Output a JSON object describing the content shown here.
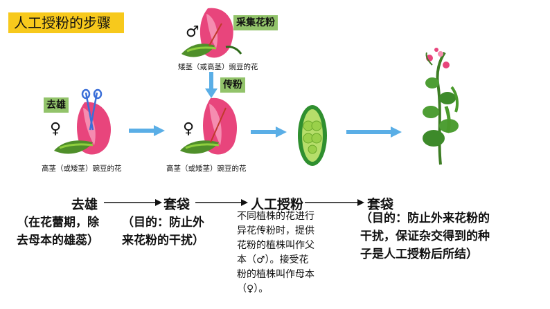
{
  "title": "人工授粉的步骤",
  "tags": {
    "collect": "采集花粉",
    "emasculate": "去雄",
    "pollinate": "传粉"
  },
  "symbols": {
    "male": "♂",
    "female": "♀"
  },
  "captions": {
    "top_flower": "矮茎（或高茎）豌豆的花",
    "left_flower": "高茎（或矮茎）豌豆的花",
    "mid_flower": "高茎（或矮茎）豌豆的花"
  },
  "steps": [
    "去雄",
    "套袋",
    "人工授粉",
    "套袋"
  ],
  "descriptions": {
    "emasculate": [
      "（在花蕾期，除",
      "去母本的雄蕊）"
    ],
    "bag1": [
      "（目的：防止外",
      "来花粉的干扰）"
    ],
    "pollinate": [
      "不同植株的花进行",
      "异花传粉时，提供",
      "花粉的植株叫作父",
      "本（♂）。接受花",
      "粉的植株叫作母本",
      "（♀）。"
    ],
    "bag2": [
      "（目的：防止外来花粉的",
      "干扰，保证杂交得到的种",
      "子是人工授粉后所结）"
    ]
  },
  "colors": {
    "title_bg": "#f7c91c",
    "tag_bg": "#92c36a",
    "arrow_blue": "#5aaee6"
  }
}
